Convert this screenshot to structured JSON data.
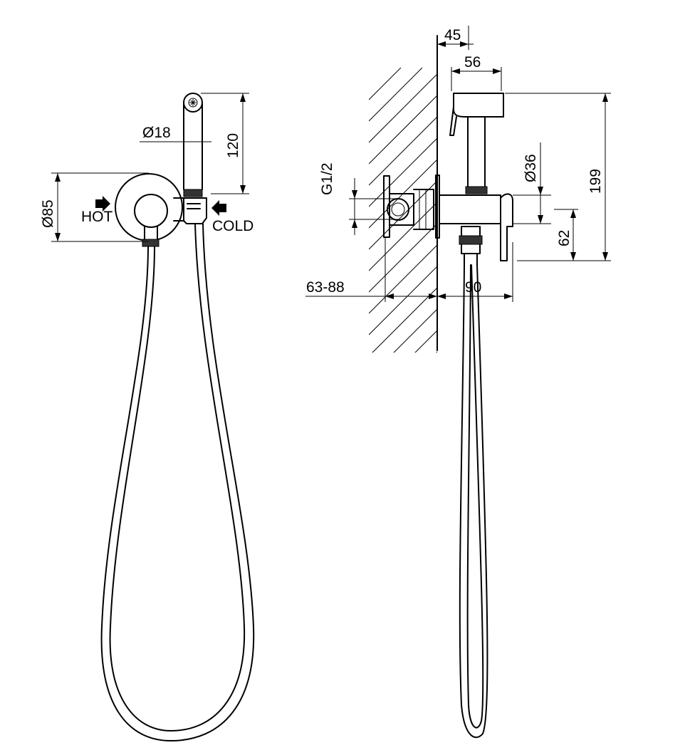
{
  "front_view": {
    "dims": {
      "hose_diameter": "Ø18",
      "handset_height": "120",
      "plate_diameter": "Ø85"
    },
    "labels": {
      "hot": "HOT",
      "cold": "COLD"
    }
  },
  "side_view": {
    "dims": {
      "wall_offset": "45",
      "head_length": "56",
      "thread": "G1/2",
      "valve_diameter": "Ø36",
      "total_height": "199",
      "outlet_height": "62",
      "wall_depth": "63-88",
      "projection": "90"
    }
  },
  "icons": {
    "hot_arrow": "arrow-right-icon",
    "cold_arrow": "arrow-left-icon"
  }
}
